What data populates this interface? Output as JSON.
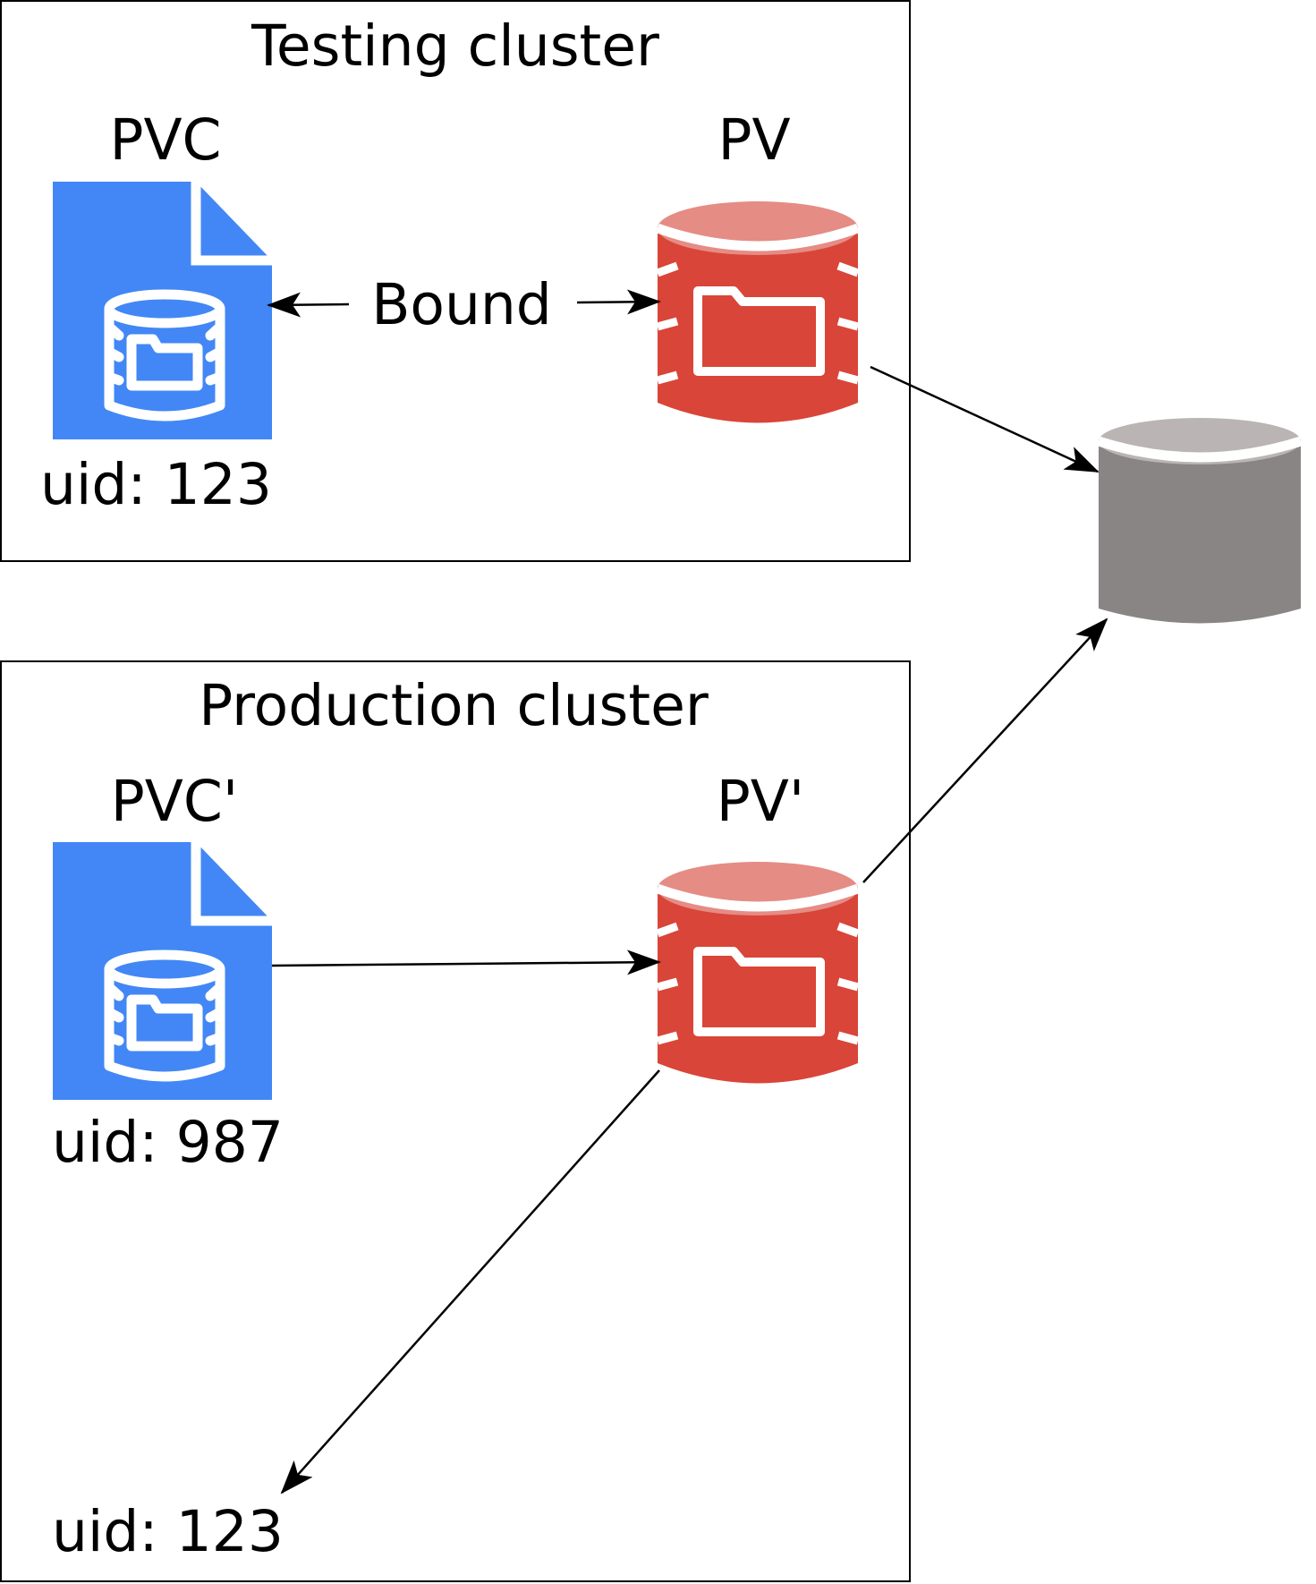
{
  "clusters": {
    "testing": {
      "title": "Testing cluster",
      "pvc": {
        "label": "PVC",
        "uid": "uid: 123",
        "icon": "pvc-file-icon"
      },
      "pv": {
        "label": "PV",
        "icon": "pv-storage-icon"
      },
      "edge_label": "Bound"
    },
    "production": {
      "title": "Production cluster",
      "pvc": {
        "label": "PVC'",
        "uid": "uid: 987",
        "icon": "pvc-file-icon"
      },
      "pv": {
        "label": "PV'",
        "icon": "pv-storage-icon"
      },
      "claim_ref_label": "uid: 123"
    }
  },
  "external_storage": {
    "icon": "storage-cylinder-icon"
  },
  "colors": {
    "pvc_blue": "#4287f5",
    "pv_red": "#d94538",
    "pv_red_top": "#e58c85",
    "storage_gray": "#898584",
    "storage_gray_top": "#bab5b4",
    "line": "#000000"
  }
}
